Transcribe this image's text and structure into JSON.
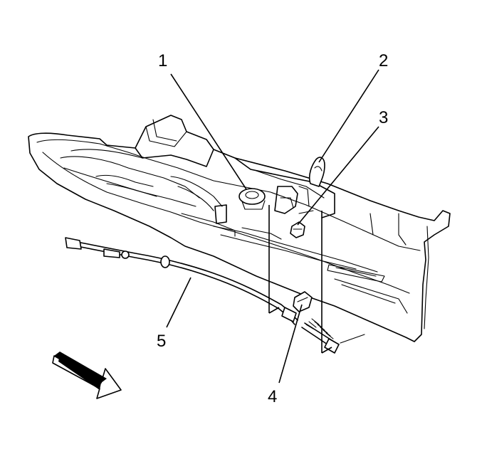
{
  "callouts": [
    {
      "id": "1",
      "label": "1",
      "part": "park-brake-lever-mount"
    },
    {
      "id": "2",
      "label": "2",
      "part": "shift-lever-knob"
    },
    {
      "id": "3",
      "label": "3",
      "part": "cable-retainer-clip"
    },
    {
      "id": "4",
      "label": "4",
      "part": "cable-connector"
    },
    {
      "id": "5",
      "label": "5",
      "part": "release-cable"
    }
  ],
  "orientation_arrow": "front-arrow-icon"
}
